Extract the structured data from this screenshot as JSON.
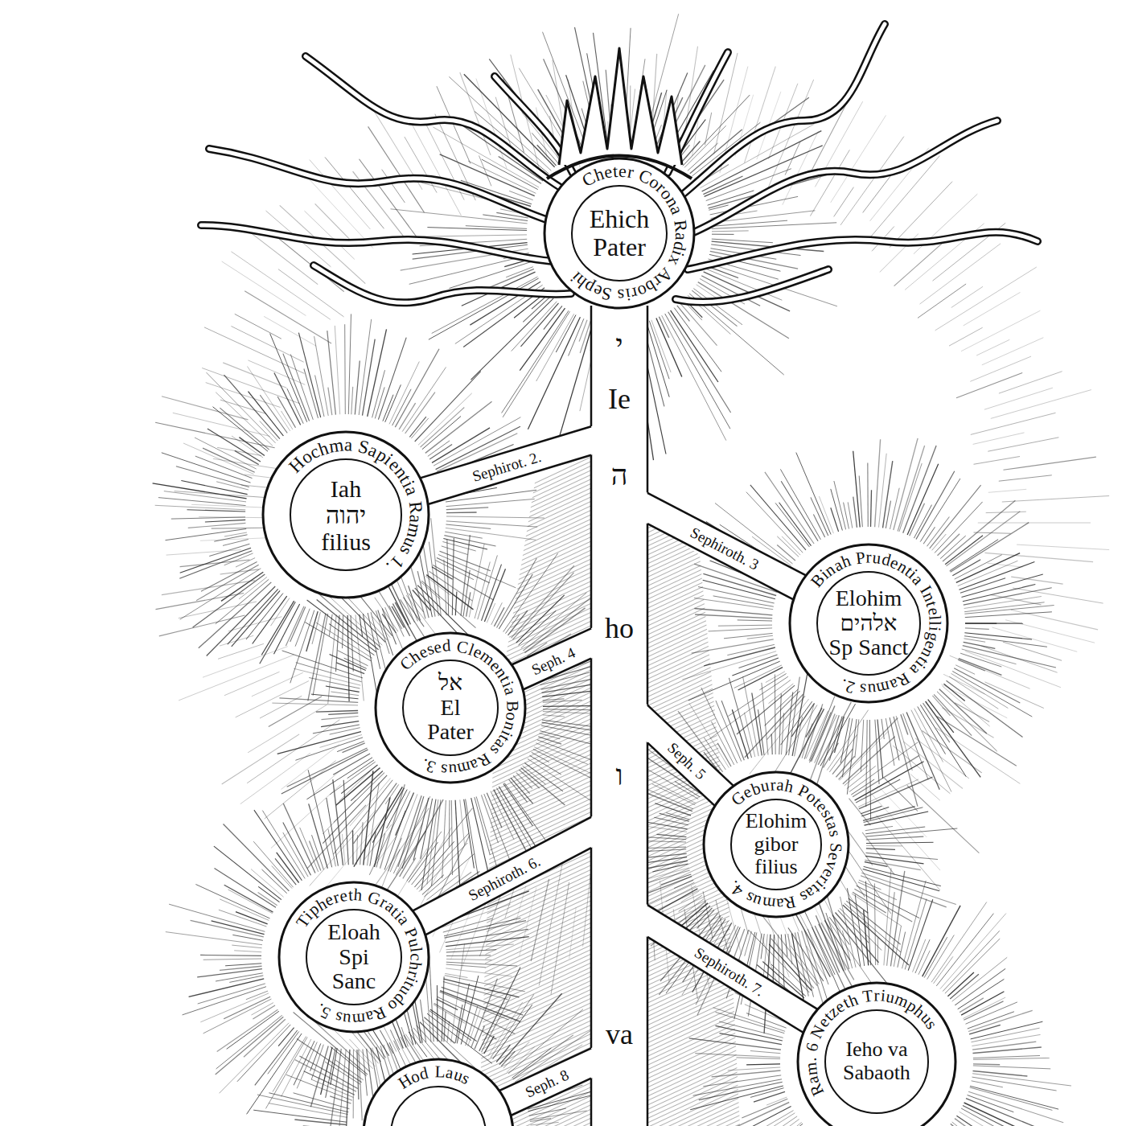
{
  "diagram": {
    "nodes": [
      {
        "text": [
          "Cheter Corona Radix Arboris Sephi",
          "Ehich",
          "Pater"
        ]
      },
      {
        "text": [
          "Hochma Sapientia Ramus 1.",
          "Iah",
          "יהוה",
          "filius"
        ]
      },
      {
        "text": [
          "Binah Prudentia Intelligentia Ramus 2.",
          "Elohim",
          "אלהים",
          "Sp Sanct"
        ]
      },
      {
        "text": [
          "Chesed Clementia Bonitas Ramus 3.",
          "אל",
          "El",
          "Pater"
        ]
      },
      {
        "text": [
          "Geburah Potestas Severitas Ramus 4.",
          "Elohim gibor",
          "filius"
        ]
      },
      {
        "text": [
          "Tiphereth Gratia Pulchritudo Ramus 5.",
          "Eloah",
          "Spi Sanc"
        ]
      },
      {
        "text": [
          "Ram. 6 Netzeth Triumphus",
          "Ieho va Sabaoth"
        ]
      },
      {
        "text": [
          "Hod Laus"
        ]
      }
    ],
    "labels": [
      "י",
      "Ie",
      "Sephirot. 2.",
      "ה",
      "Sephiroth. 3",
      "ho",
      "Seph. 4",
      "Seph. 5",
      "ו",
      "Sephiroth. 6.",
      "Sephiroth. 7.",
      "va",
      "Seph. 8"
    ]
  }
}
